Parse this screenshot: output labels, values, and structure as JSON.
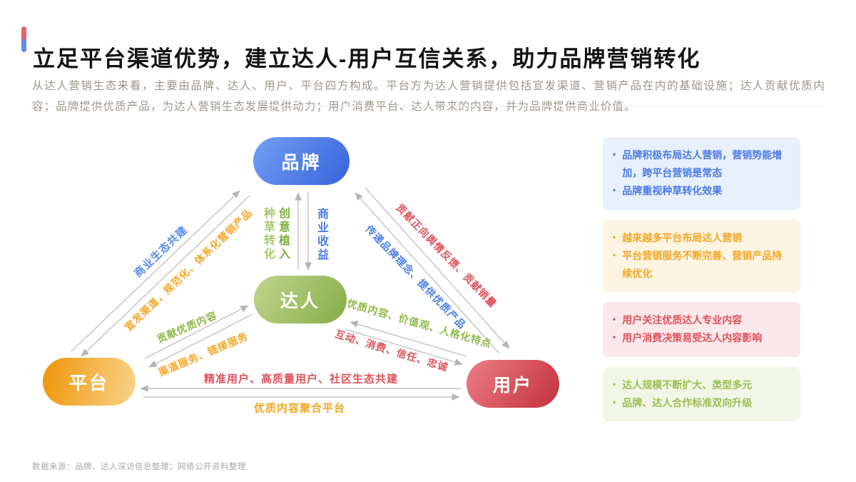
{
  "page": {
    "title": "立足平台渠道优势，建立达人-用户互信关系，助力品牌营销转化",
    "description": "从达人营销生态来看，主要由品牌、达人、用户、平台四方构成。平台方为达人营销提供包括宣发渠道、营销产品在内的基础设施；达人贡献优质内容；品牌提供优质产品，为达人营销生态发展提供动力；用户消费平台、达人带来的内容，并为品牌提供商业价值。",
    "source": "数据来源：品牌、达人深访信息整理；网络公开资料整理"
  },
  "colors": {
    "brand_blue": "#4b7be5",
    "platform_orange": "#f5a623",
    "user_red": "#e0515c",
    "kol_green": "#8fb848"
  },
  "diagram": {
    "nodes": {
      "brand": "品牌",
      "kol": "达人",
      "platform": "平台",
      "user": "用户"
    },
    "edges": {
      "platform_brand_top": "商业生态共建",
      "platform_brand_bottom": "宣发渠道，规范化、体系化营销产品",
      "brand_kol_col1": "种草转化",
      "brand_kol_col2": "创意植入",
      "brand_kol_col3": "商业收益",
      "brand_user_top": "贡献正向舆情反馈、贡献销量",
      "brand_user_bottom": "传递品牌理念、提供优质产品",
      "platform_kol_top": "贡献优质内容",
      "platform_kol_bottom": "渠道服务、链接服务",
      "kol_user_top": "优质内容、价值观、人格化特点",
      "kol_user_bottom": "互动、消费、信任、忠诚",
      "platform_user_top": "精准用户、高质量用户、社区生态共建",
      "platform_user_bottom": "优质内容聚合平台"
    }
  },
  "insights": [
    {
      "theme": "brand",
      "bullets": [
        "品牌积极布局达人营销，营销势能增加，跨平台营销是常态",
        "品牌重视种草转化效果"
      ]
    },
    {
      "theme": "platform",
      "bullets": [
        "越来越多平台布局达人营销",
        "平台营销服务不断完善、营销产品持续优化"
      ]
    },
    {
      "theme": "user",
      "bullets": [
        "用户关注优质达人专业内容",
        "用户消费决策易受达人内容影响"
      ]
    },
    {
      "theme": "kol",
      "bullets": [
        "达人规模不断扩大、类型多元",
        "品牌、达人合作标准双向升级"
      ]
    }
  ]
}
